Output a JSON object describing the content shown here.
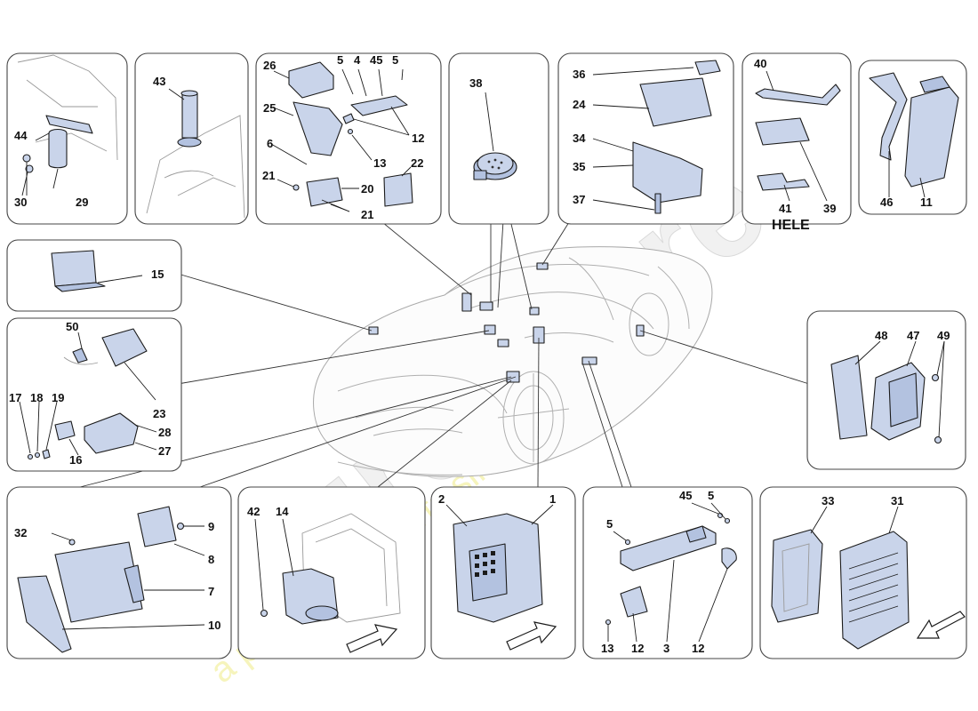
{
  "diagram": {
    "watermark": {
      "brand": "eurospares",
      "tagline": "a passion for parts since 1985"
    },
    "panel_marker": "HELE",
    "panels": [
      {
        "id": "p1",
        "callouts": [
          "44",
          "30",
          "29"
        ]
      },
      {
        "id": "p2",
        "callouts": [
          "43"
        ]
      },
      {
        "id": "p3",
        "callouts": [
          "26",
          "5",
          "4",
          "45",
          "5",
          "25",
          "12",
          "6",
          "13",
          "22",
          "21",
          "20",
          "21"
        ]
      },
      {
        "id": "p4",
        "callouts": [
          "38"
        ]
      },
      {
        "id": "p5",
        "callouts": [
          "36",
          "24",
          "34",
          "35",
          "37"
        ]
      },
      {
        "id": "p6",
        "callouts": [
          "40",
          "41",
          "39"
        ]
      },
      {
        "id": "p7",
        "callouts": [
          "46",
          "11"
        ]
      },
      {
        "id": "p8",
        "callouts": [
          "15"
        ]
      },
      {
        "id": "p9",
        "callouts": [
          "50",
          "23",
          "17",
          "18",
          "19",
          "16",
          "28",
          "27"
        ]
      },
      {
        "id": "p10",
        "callouts": [
          "48",
          "47",
          "49"
        ]
      },
      {
        "id": "p11",
        "callouts": [
          "32",
          "9",
          "8",
          "7",
          "10"
        ]
      },
      {
        "id": "p12",
        "callouts": [
          "42",
          "14"
        ]
      },
      {
        "id": "p13",
        "callouts": [
          "2",
          "1"
        ]
      },
      {
        "id": "p14",
        "callouts": [
          "45",
          "5",
          "5",
          "13",
          "12",
          "3",
          "12"
        ]
      },
      {
        "id": "p15",
        "callouts": [
          "33",
          "31"
        ]
      }
    ]
  },
  "colors": {
    "part_fill": "#c9d4ea",
    "outline": "#1b1b1b",
    "panel_border": "#444444",
    "watermark_yellow": "#f4f1a6"
  }
}
